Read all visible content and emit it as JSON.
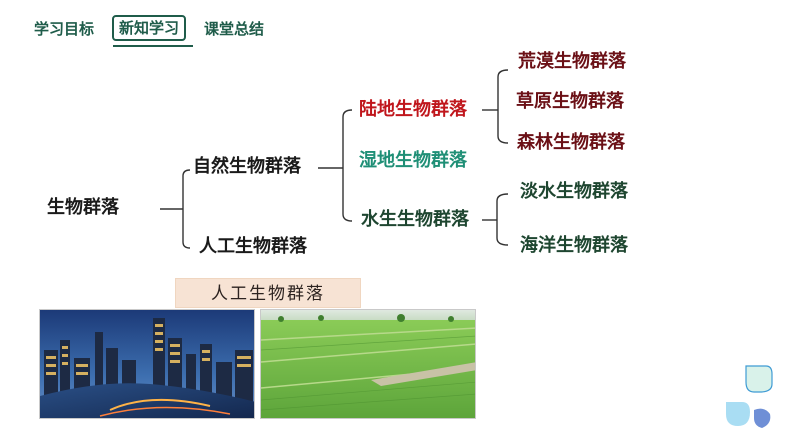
{
  "nav": {
    "tabs": [
      {
        "label": "学习目标"
      },
      {
        "label": "新知学习"
      },
      {
        "label": "课堂总结"
      }
    ]
  },
  "tree": {
    "root": "生物群落",
    "natural": "自然生物群落",
    "artificial": "人工生物群落",
    "land": "陆地生物群落",
    "wetland": "湿地生物群落",
    "water": "水生生物群落",
    "desert": "荒漠生物群落",
    "grassland": "草原生物群落",
    "forest": "森林生物群落",
    "freshwater": "淡水生物群落",
    "ocean": "海洋生物群落"
  },
  "banner": {
    "label": "人工生物群落"
  },
  "colors": {
    "nav": "#1f5c4a",
    "dark_text": "#1a1a1a",
    "land_red": "#c0161c",
    "wetland_teal": "#1f8f76",
    "maroon": "#6b1016",
    "dark_green": "#1e4630"
  }
}
